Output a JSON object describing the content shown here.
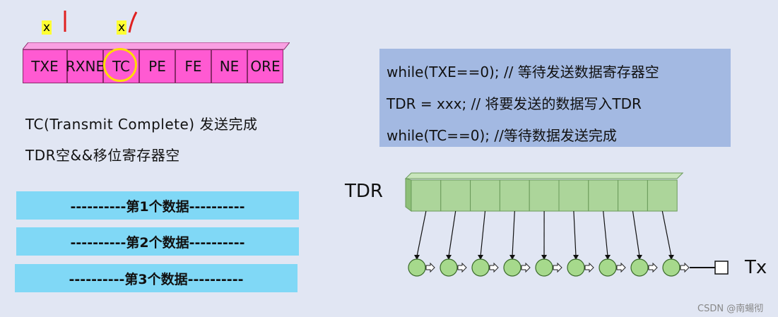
{
  "markers": {
    "x1": "x",
    "x2": "x"
  },
  "register": {
    "bits": [
      "TXE",
      "RXNE",
      "TC",
      "PE",
      "FE",
      "NE",
      "ORE"
    ],
    "fill": "#ff5ad2",
    "highlight": "TC"
  },
  "description": {
    "line1": "TC(Transmit Complete) 发送完成",
    "line2": "TDR空&&移位寄存器空"
  },
  "data_frames": [
    "----------第1个数据----------",
    "----------第2个数据----------",
    "----------第3个数据----------"
  ],
  "code": {
    "line1": "while(TXE==0); // 等待发送数据寄存器空",
    "line2": "TDR = xxx; // 将要发送的数据写入TDR",
    "line3": "while(TC==0); //等待数据发送完成"
  },
  "tdr_label": "TDR",
  "tx_label": "Tx",
  "watermark": "CSDN @南蝪彻",
  "colors": {
    "background": "#e1e6f3",
    "register": "#ff5ad2",
    "tc_circle": "#ffdd00",
    "data_box": "#80d8f6",
    "code_box": "#a3b9e2",
    "tdr_cells": "#acd59a",
    "shift_nodes": "#a6d98c",
    "red_marks": "#e02020"
  }
}
